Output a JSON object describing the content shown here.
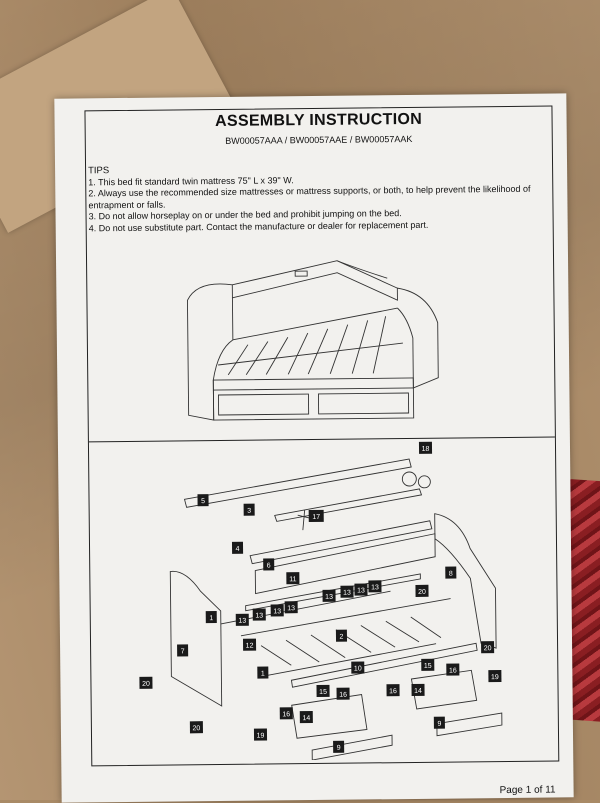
{
  "document": {
    "title": "ASSEMBLY INSTRUCTION",
    "models": "BW00057AAA / BW00057AAE / BW00057AAK",
    "tips_heading": "TIPS",
    "tips": [
      "1. This bed fit standard twin mattress 75\" L x 39\" W.",
      "2. Always use the recommended size mattresses or mattress supports, or both, to help prevent the likelihood of entrapment or falls.",
      "3. Do not allow horseplay on or under the bed and prohibit jumping on the bed.",
      "4. Do not use substitute part. Contact the manufacture or dealer for replacement part."
    ],
    "page_number": "Page 1 of 11"
  },
  "part_labels": [
    "1",
    "2",
    "3",
    "4",
    "5",
    "6",
    "7",
    "8",
    "9",
    "10",
    "11",
    "12",
    "13",
    "14",
    "15",
    "16",
    "17",
    "18",
    "19",
    "20"
  ]
}
